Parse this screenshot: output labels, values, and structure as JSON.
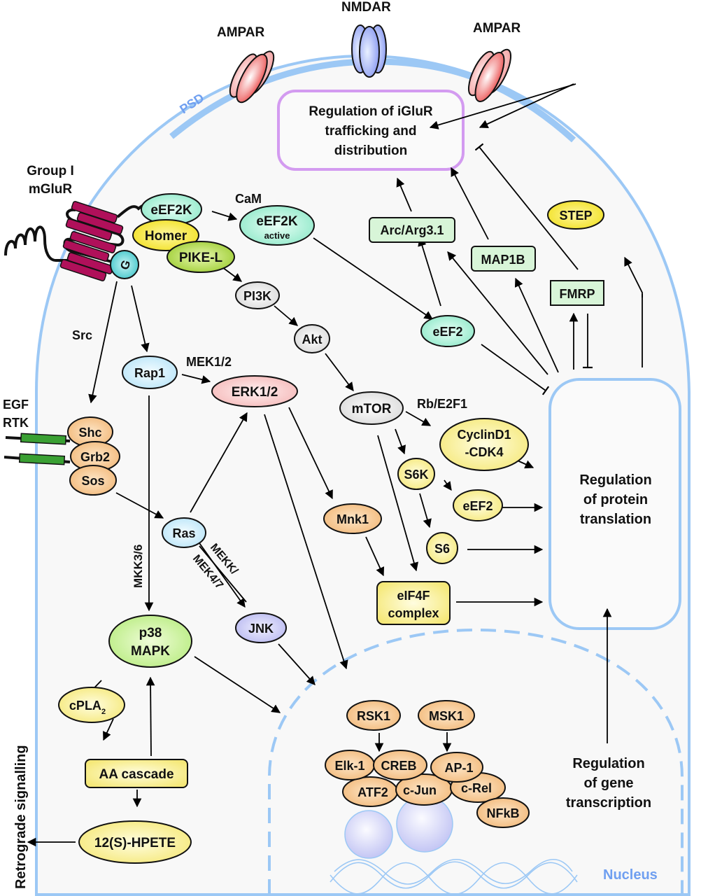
{
  "figure": {
    "receptors": {
      "ampar_left": "AMPAR",
      "nmdar": "NMDAR",
      "ampar_right": "AMPAR",
      "psd": "PSD",
      "group1_line1": "Group I",
      "group1_line2": "mGluR",
      "g_protein": "G",
      "egf_line1": "EGF",
      "egf_line2": "RTK"
    },
    "regions": {
      "iglur_line1": "Regulation  of iGluR",
      "iglur_line2": "trafficking and",
      "iglur_line3": "distribution",
      "translation_line1": "Regulation",
      "translation_line2": "of protein",
      "translation_line3": "translation",
      "transcription_line1": "Regulation",
      "transcription_line2": "of gene",
      "transcription_line3": "transcription",
      "nucleus": "Nucleus",
      "retrograde": "Retrograde signalling"
    },
    "nodes": {
      "eef2k": "eEF2K",
      "homer": "Homer",
      "pike_l": "PIKE-L",
      "cam": "CaM",
      "eef2k_active": "eEF2K",
      "eef2k_active_sub": "active",
      "pi3k": "PI3K",
      "akt": "Akt",
      "mtor": "mTOR",
      "rb_e2f1": "Rb/E2F1",
      "cyclind1_line1": "CyclinD1",
      "cyclind1_line2": "-CDK4",
      "s6k": "S6K",
      "eef2_lower": "eEF2",
      "s6": "S6",
      "mnk1": "Mnk1",
      "eif4f_line1": "eIF4F",
      "eif4f_line2": "complex",
      "src": "Src",
      "rap1": "Rap1",
      "mek12": "MEK1/2",
      "erk12": "ERK1/2",
      "shc": "Shc",
      "grb2": "Grb2",
      "sos": "Sos",
      "ras": "Ras",
      "mkk36": "MKK3/6",
      "mekk": "MEKK/",
      "mek47": "MEK4/7",
      "jnk": "JNK",
      "p38_line1": "p38",
      "p38_line2": "MAPK",
      "cpla2": "cPLA",
      "cpla2_sub": "2",
      "aa_cascade": "AA cascade",
      "hpete": "12(S)-HPETE",
      "arc": "Arc/Arg3.1",
      "map1b": "MAP1B",
      "fmrp": "FMRP",
      "step": "STEP",
      "eef2_upper": "eEF2"
    },
    "nuclear_factors": {
      "rsk1": "RSK1",
      "msk1": "MSK1",
      "elk1": "Elk-1",
      "creb": "CREB",
      "ap1": "AP-1",
      "atf2": "ATF2",
      "cjun": "c-Jun",
      "crel": "c-Rel",
      "nfkb": "NFkB"
    },
    "colors": {
      "membrane": "#9cc8f5",
      "cytoplasm": "#f8f8f8",
      "ampar": "#f29a9a",
      "nmdar": "#a9b4f5",
      "iglur_box": "#d39bf0",
      "teal": "#a8f0d8",
      "yellow": "#fdf39a",
      "green": "#b6dc4a",
      "light_blue": "#cdeefa",
      "pink": "#f8c8c8",
      "orange": "#f6c48a",
      "lavender": "#c8c8f5",
      "light_green_box": "#d8f5d8",
      "mglur": "#b0105a",
      "rtk": "#3aa033",
      "nucleus_text": "#6f9ff0"
    }
  }
}
